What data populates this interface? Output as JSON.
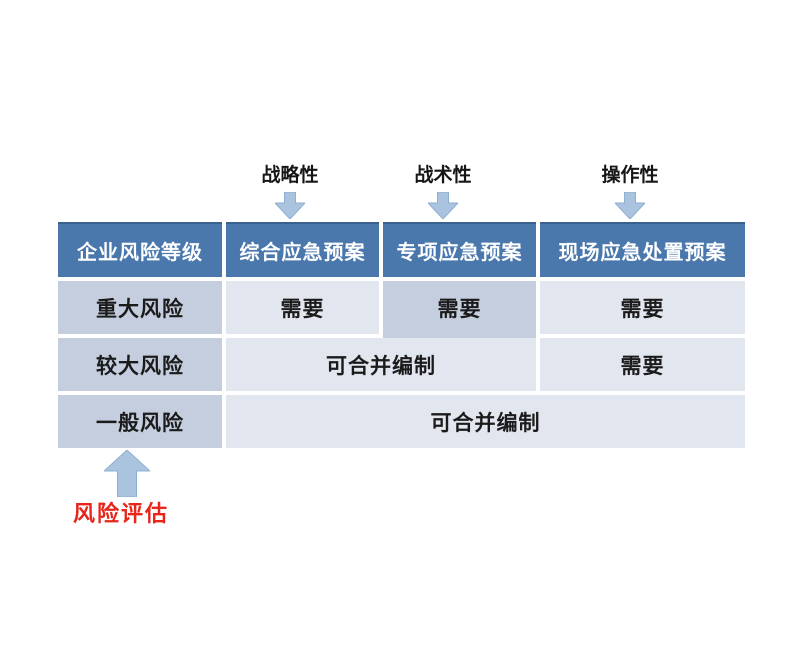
{
  "colors": {
    "page-bg": "#ffffff",
    "header-blue": "#4a78ad",
    "header-blue-dark": "#3a618d",
    "cell-medium": "#c5cedf",
    "cell-light": "#e2e6ef",
    "arrow-fill": "#aac3de",
    "arrow-stroke": "#8fafd2",
    "annotation-red": "#e8251a"
  },
  "top_labels": [
    {
      "label": "战略性"
    },
    {
      "label": "战术性"
    },
    {
      "label": "操作性"
    }
  ],
  "table": {
    "headers": [
      "企业风险等级",
      "综合应急预案",
      "专项应急预案",
      "现场应急处置预案"
    ],
    "rows": [
      {
        "level": "重大风险",
        "cells": [
          {
            "text": "需要"
          },
          {
            "text": "需要"
          },
          {
            "text": "需要"
          }
        ]
      },
      {
        "level": "较大风险",
        "cells": [
          {
            "text": "可合并编制"
          },
          {
            "text": "需要"
          }
        ]
      },
      {
        "level": "一般风险",
        "cells": [
          {
            "text": "可合并编制"
          }
        ]
      }
    ]
  },
  "annotation": {
    "label": "风险评估"
  }
}
